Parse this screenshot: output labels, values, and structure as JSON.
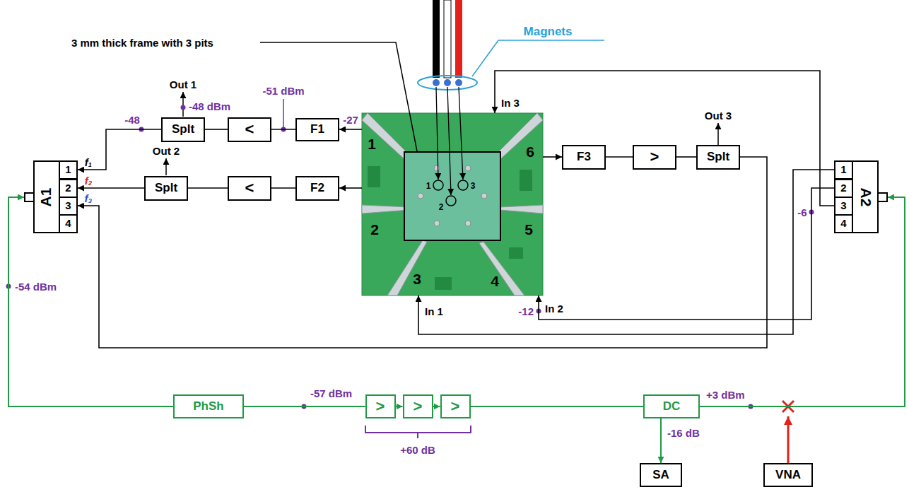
{
  "diagram": {
    "nodes": [
      {
        "text": [
          "A1"
        ]
      },
      {
        "text": [
          "1"
        ],
        "in": 0
      },
      {
        "text": [
          "2"
        ],
        "in": 0
      },
      {
        "text": [
          "3"
        ],
        "in": 0
      },
      {
        "text": [
          "4"
        ],
        "in": 0
      },
      {
        "text": [
          "Splt"
        ]
      },
      {
        "text": [
          "<"
        ]
      },
      {
        "text": [
          "F1"
        ]
      },
      {
        "text": [
          "Splt"
        ]
      },
      {
        "text": [
          "<"
        ]
      },
      {
        "text": [
          "F2"
        ]
      },
      {
        "text": [
          "1",
          "6",
          "5",
          "2",
          "3",
          "4"
        ]
      },
      {
        "text": [
          "F3"
        ]
      },
      {
        "text": [
          ">"
        ]
      },
      {
        "text": [
          "Splt"
        ]
      },
      {
        "text": [
          "A2"
        ]
      },
      {
        "text": [
          "1"
        ],
        "in": 15
      },
      {
        "text": [
          "2"
        ],
        "in": 15
      },
      {
        "text": [
          "3"
        ],
        "in": 15
      },
      {
        "text": [
          "4"
        ],
        "in": 15
      },
      {
        "text": [
          "PhSh"
        ]
      },
      {
        "text": [
          ">"
        ]
      },
      {
        "text": [
          ">"
        ]
      },
      {
        "text": [
          ">"
        ]
      },
      {
        "text": [
          "DC"
        ]
      },
      {
        "text": [
          "SA"
        ]
      },
      {
        "text": [
          "VNA"
        ]
      }
    ],
    "edges": [
      {
        "from": 11,
        "to": 7,
        "arrow": "to"
      },
      {
        "from": 7,
        "to": 6,
        "arrow": "none"
      },
      {
        "from": 6,
        "to": 5,
        "arrow": "none"
      },
      {
        "from": 5,
        "to": 1,
        "arrow": "to"
      },
      {
        "from": 11,
        "to": 10,
        "arrow": "to"
      },
      {
        "from": 10,
        "to": 9,
        "arrow": "none"
      },
      {
        "from": 9,
        "to": 8,
        "arrow": "none"
      },
      {
        "from": 8,
        "to": 2,
        "arrow": "to"
      },
      {
        "from": 11,
        "to": 12,
        "arrow": "to"
      },
      {
        "from": 12,
        "to": 13,
        "arrow": "none"
      },
      {
        "from": 13,
        "to": 14,
        "arrow": "none"
      },
      {
        "from": 14,
        "to": 3,
        "arrow": "to"
      },
      {
        "from": 16,
        "to": 11,
        "arrow": "to"
      },
      {
        "from": 17,
        "to": 11,
        "arrow": "to"
      },
      {
        "from": 18,
        "to": 11,
        "arrow": "to"
      },
      {
        "from": 20,
        "to": 0,
        "arrow": "to"
      },
      {
        "from": 20,
        "to": 21,
        "arrow": "none"
      },
      {
        "from": 21,
        "to": 22,
        "arrow": "to"
      },
      {
        "from": 22,
        "to": 23,
        "arrow": "to"
      },
      {
        "from": 23,
        "to": 24,
        "arrow": "none"
      },
      {
        "from": 24,
        "to": 25,
        "arrow": "to"
      },
      {
        "from": 24,
        "to": 15,
        "arrow": "to"
      }
    ],
    "labels": [
      "Magnets",
      "3 mm thick frame with 3 pits",
      "1",
      "2",
      "3",
      "Out 1",
      "-48 dBm",
      "-48",
      "-51 dBm",
      "-27",
      "f₁",
      "f₂",
      "f₃",
      "Out 2",
      "In 3",
      "Out 3",
      "-6",
      "In 1",
      "In 2",
      "-12",
      "-54 dBm",
      "-57 dBm",
      "+60 dB",
      "+3 dBm",
      "-16 dB"
    ]
  }
}
